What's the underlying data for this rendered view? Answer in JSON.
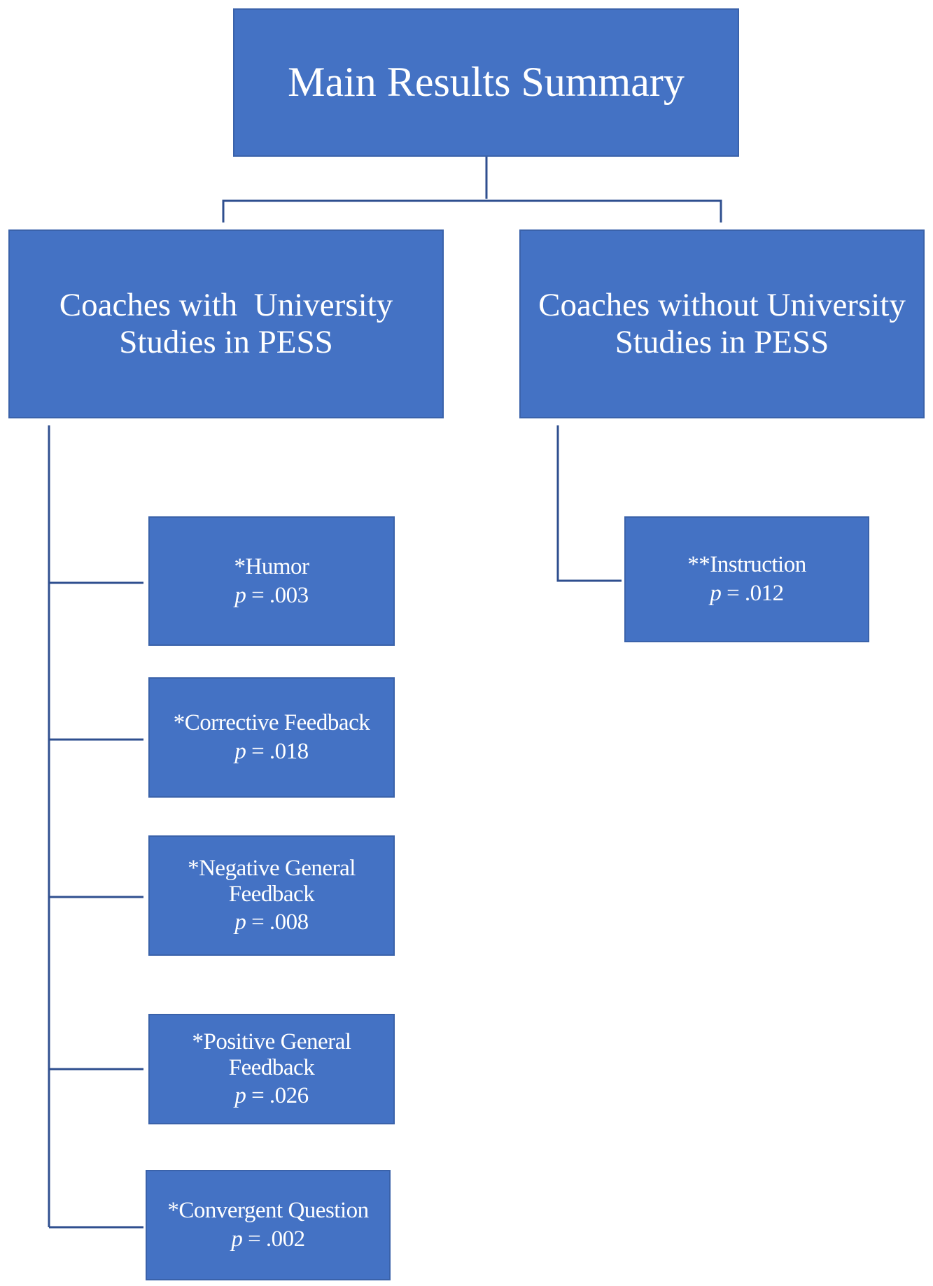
{
  "root": {
    "label": "Main Results Summary"
  },
  "branches": [
    {
      "label": "Coaches with  University Studies in PESS",
      "items": [
        {
          "label": "*Humor",
          "p_prefix": "p",
          "p_value": " = .003"
        },
        {
          "label": "*Corrective Feedback",
          "p_prefix": "p",
          "p_value": " = .018"
        },
        {
          "label": "*Negative General Feedback",
          "p_prefix": "p",
          "p_value": " = .008"
        },
        {
          "label": "*Positive General Feedback",
          "p_prefix": "p",
          "p_value": " = .026"
        },
        {
          "label": "*Convergent Question",
          "p_prefix": "p",
          "p_value": " = .002"
        }
      ]
    },
    {
      "label": "Coaches without University Studies in PESS",
      "items": [
        {
          "label": "**Instruction",
          "p_prefix": "p",
          "p_value": " = .012"
        }
      ]
    }
  ],
  "colors": {
    "box_fill": "#4472c4",
    "box_border": "#3a62aa",
    "connector": "#2f4f8f",
    "text": "#ffffff"
  }
}
